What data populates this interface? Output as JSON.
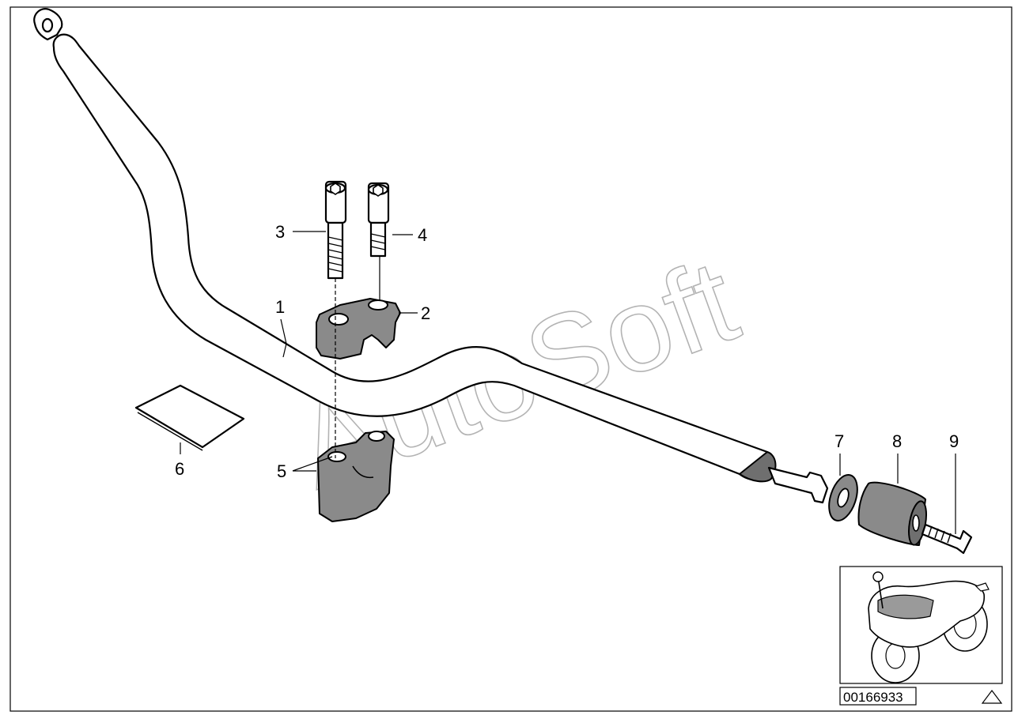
{
  "diagram_id": "00166933",
  "watermark_text": "AutoSoft",
  "callouts": {
    "c1": "1",
    "c2": "2",
    "c3": "3",
    "c4": "4",
    "c5": "5",
    "c6": "6",
    "c7": "7",
    "c8": "8",
    "c9": "9"
  },
  "colors": {
    "line": "#000000",
    "part_fill": "#8a8a8a",
    "watermark": "#9a9a9a",
    "background": "#ffffff"
  },
  "icons": {
    "warning": "warning-triangle-icon",
    "overview": "motorcycle-thumbnail"
  }
}
